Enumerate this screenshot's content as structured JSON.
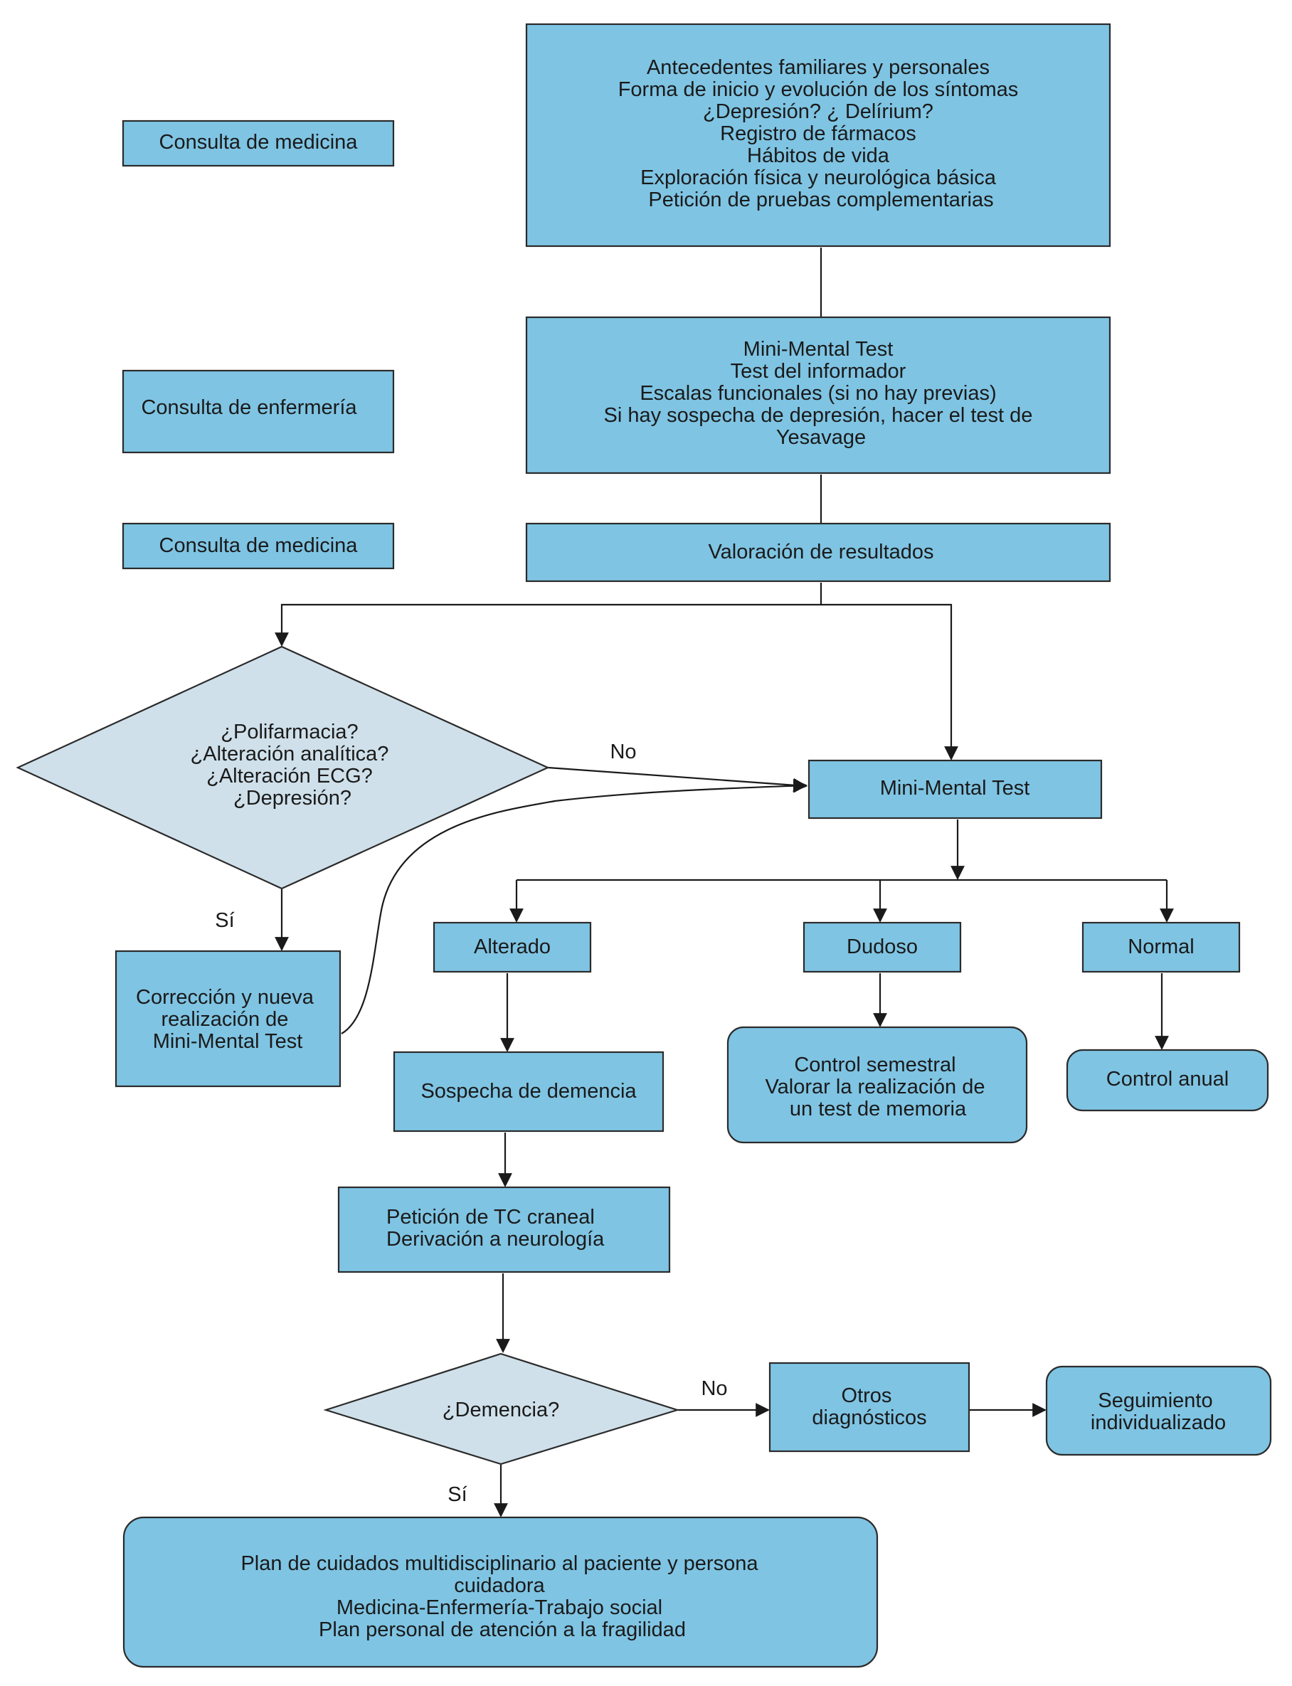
{
  "colors": {
    "box_fill": "#7fc4e3",
    "decision_fill": "#cfe0ea",
    "stroke": "#2b2b2b",
    "text": "#1a1a1a"
  },
  "nodes": {
    "consulta_medicina_1": [
      "Consulta de medicina"
    ],
    "consulta_enfermeria": [
      "Consulta de enfermería"
    ],
    "consulta_medicina_2": [
      "Consulta de medicina"
    ],
    "anamnesis": [
      "Antecedentes familiares y personales",
      "Forma de inicio y evolución de los síntomas",
      "¿Depresión? ¿ Delírium?",
      "Registro de fármacos",
      "Hábitos de vida",
      "Exploración física y neurológica básica",
      "Petición de pruebas complementarias"
    ],
    "tests_enfermeria": [
      "Mini-Mental Test",
      "Test del informador",
      "Escalas funcionales (si no hay previas)",
      "Si hay sospecha de depresión, hacer el test de",
      "Yesavage"
    ],
    "valoracion": [
      "Valoración de resultados"
    ],
    "decision_causas": [
      "¿Polifarmacia?",
      "¿Alteración analítica?",
      "¿Alteración ECG?",
      "¿Depresión?"
    ],
    "mini_mental": [
      "Mini-Mental Test"
    ],
    "correccion": [
      "Corrección y nueva",
      "realización de",
      "Mini-Mental Test"
    ],
    "alterado": [
      "Alterado"
    ],
    "dudoso": [
      "Dudoso"
    ],
    "normal": [
      "Normal"
    ],
    "sospecha": [
      "Sospecha de demencia"
    ],
    "control_semestral": [
      "Control semestral",
      "Valorar la realización de",
      "un test de memoria"
    ],
    "control_anual": [
      "Control anual"
    ],
    "peticion_tc": [
      "Petición de TC craneal",
      "Derivación a neurología"
    ],
    "decision_demencia": [
      "¿Demencia?"
    ],
    "otros_diagnosticos": [
      "Otros",
      "diagnósticos"
    ],
    "seguimiento": [
      "Seguimiento",
      "individualizado"
    ],
    "plan_cuidados": [
      "Plan de cuidados multidisciplinario al paciente y persona",
      "cuidadora",
      "Medicina-Enfermería-Trabajo social",
      "Plan personal de atención a la fragilidad"
    ]
  },
  "edge_labels": {
    "no_1": "No",
    "si_1": "Sí",
    "no_2": "No",
    "si_2": "Sí"
  }
}
